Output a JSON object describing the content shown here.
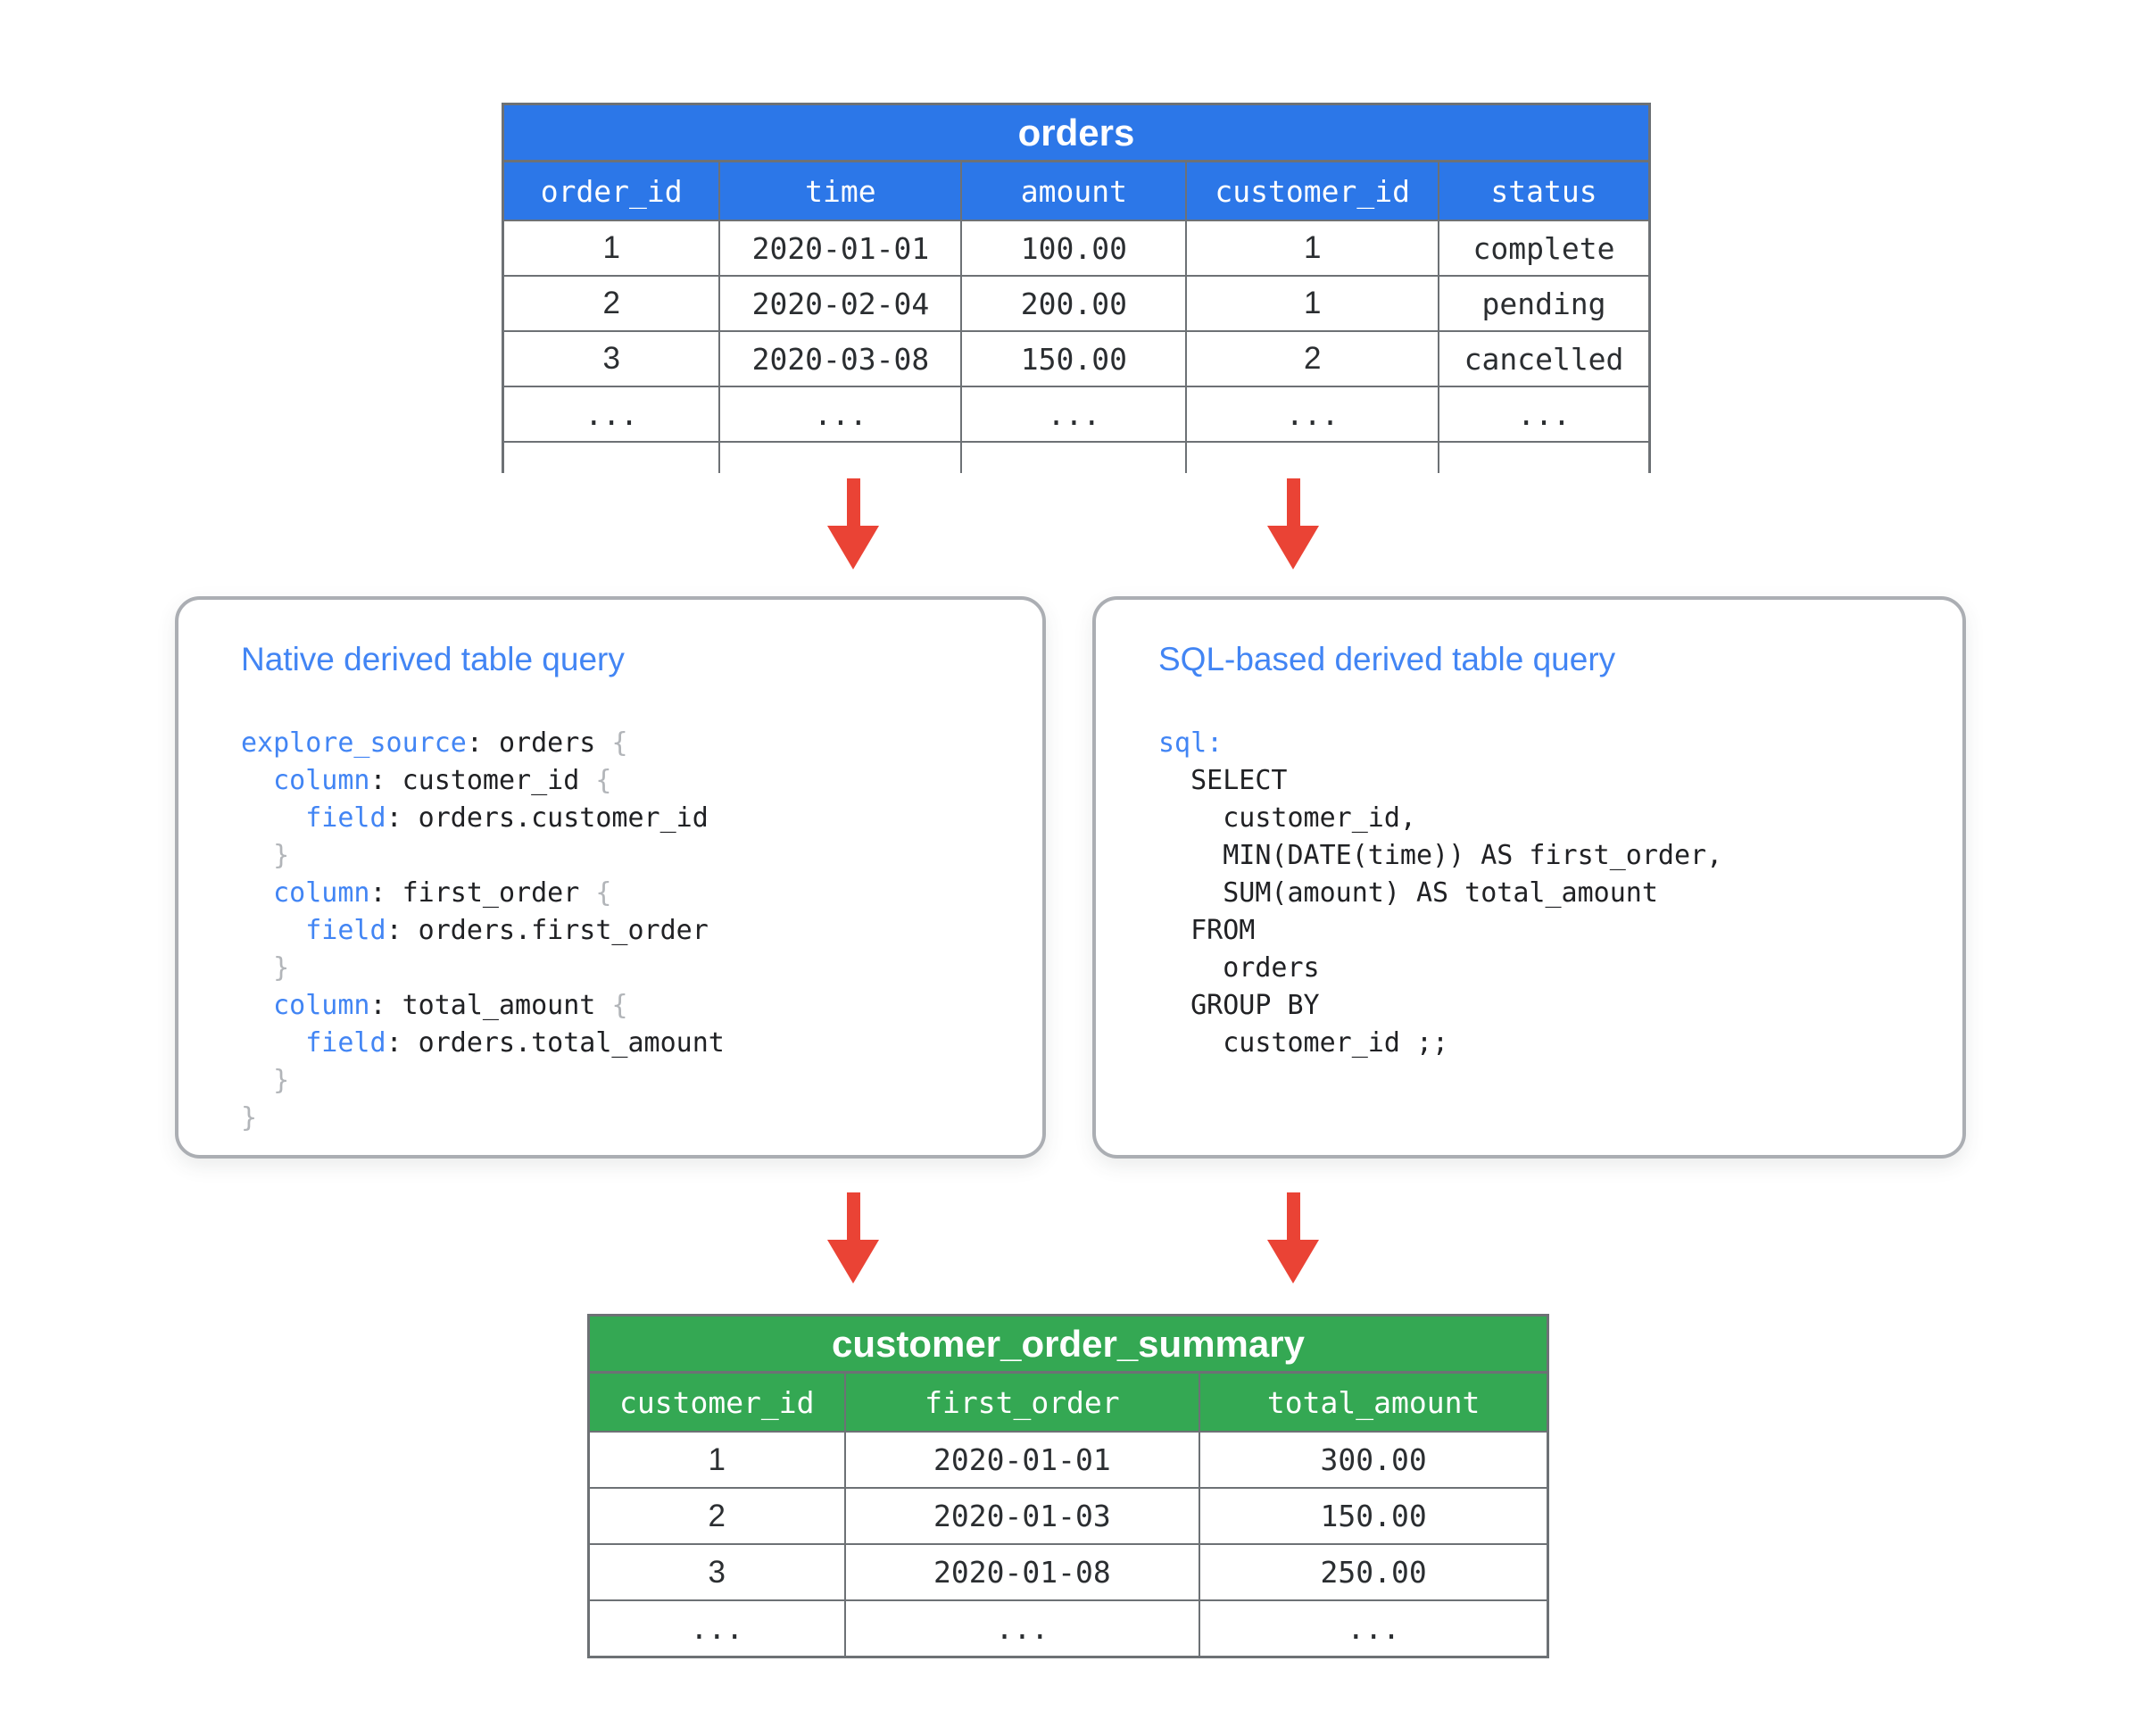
{
  "orders_table": {
    "title": "orders",
    "columns": [
      "order_id",
      "time",
      "amount",
      "customer_id",
      "status"
    ],
    "rows": [
      [
        "1",
        "2020-01-01",
        "100.00",
        "1",
        "complete"
      ],
      [
        "2",
        "2020-02-04",
        "200.00",
        "1",
        "pending"
      ],
      [
        "3",
        "2020-03-08",
        "150.00",
        "2",
        "cancelled"
      ],
      [
        "...",
        "...",
        "...",
        "...",
        "..."
      ]
    ]
  },
  "native_box": {
    "title": "Native derived table query",
    "code_lines": [
      [
        {
          "c": "kw",
          "t": "explore_source"
        },
        {
          "c": "pl",
          "t": ": orders "
        },
        {
          "c": "br",
          "t": "{"
        }
      ],
      [
        {
          "c": "pl",
          "t": "  "
        },
        {
          "c": "kw",
          "t": "column"
        },
        {
          "c": "pl",
          "t": ": customer_id "
        },
        {
          "c": "br",
          "t": "{"
        }
      ],
      [
        {
          "c": "pl",
          "t": "    "
        },
        {
          "c": "kw",
          "t": "field"
        },
        {
          "c": "pl",
          "t": ": orders.customer_id"
        }
      ],
      [
        {
          "c": "br",
          "t": "  }"
        }
      ],
      [
        {
          "c": "pl",
          "t": "  "
        },
        {
          "c": "kw",
          "t": "column"
        },
        {
          "c": "pl",
          "t": ": first_order "
        },
        {
          "c": "br",
          "t": "{"
        }
      ],
      [
        {
          "c": "pl",
          "t": "    "
        },
        {
          "c": "kw",
          "t": "field"
        },
        {
          "c": "pl",
          "t": ": orders.first_order"
        }
      ],
      [
        {
          "c": "br",
          "t": "  }"
        }
      ],
      [
        {
          "c": "pl",
          "t": "  "
        },
        {
          "c": "kw",
          "t": "column"
        },
        {
          "c": "pl",
          "t": ": total_amount "
        },
        {
          "c": "br",
          "t": "{"
        }
      ],
      [
        {
          "c": "pl",
          "t": "    "
        },
        {
          "c": "kw",
          "t": "field"
        },
        {
          "c": "pl",
          "t": ": orders.total_amount"
        }
      ],
      [
        {
          "c": "br",
          "t": "  }"
        }
      ],
      [
        {
          "c": "br",
          "t": "}"
        }
      ]
    ]
  },
  "sql_box": {
    "title": "SQL-based derived table query",
    "code_lines": [
      [
        {
          "c": "kw",
          "t": "sql:"
        }
      ],
      [
        {
          "c": "pl",
          "t": "  SELECT"
        }
      ],
      [
        {
          "c": "pl",
          "t": "    customer_id,"
        }
      ],
      [
        {
          "c": "pl",
          "t": "    MIN(DATE(time)) AS first_order,"
        }
      ],
      [
        {
          "c": "pl",
          "t": "    SUM(amount) AS total_amount"
        }
      ],
      [
        {
          "c": "pl",
          "t": "  FROM"
        }
      ],
      [
        {
          "c": "pl",
          "t": "    orders"
        }
      ],
      [
        {
          "c": "pl",
          "t": "  GROUP BY"
        }
      ],
      [
        {
          "c": "pl",
          "t": "    customer_id ;;"
        }
      ]
    ]
  },
  "summary_table": {
    "title": "customer_order_summary",
    "columns": [
      "customer_id",
      "first_order",
      "total_amount"
    ],
    "rows": [
      [
        "1",
        "2020-01-01",
        "300.00"
      ],
      [
        "2",
        "2020-01-03",
        "150.00"
      ],
      [
        "3",
        "2020-01-08",
        "250.00"
      ],
      [
        "...",
        "...",
        "..."
      ]
    ]
  },
  "colors": {
    "blue": "#2c77e8",
    "green": "#34a853",
    "red": "#ea4335",
    "title_blue": "#4285f4",
    "keyword_blue": "#4285f4",
    "brace_gray": "#b2b5b9",
    "code_dark": "#202124",
    "table_border": "#6d7175"
  }
}
